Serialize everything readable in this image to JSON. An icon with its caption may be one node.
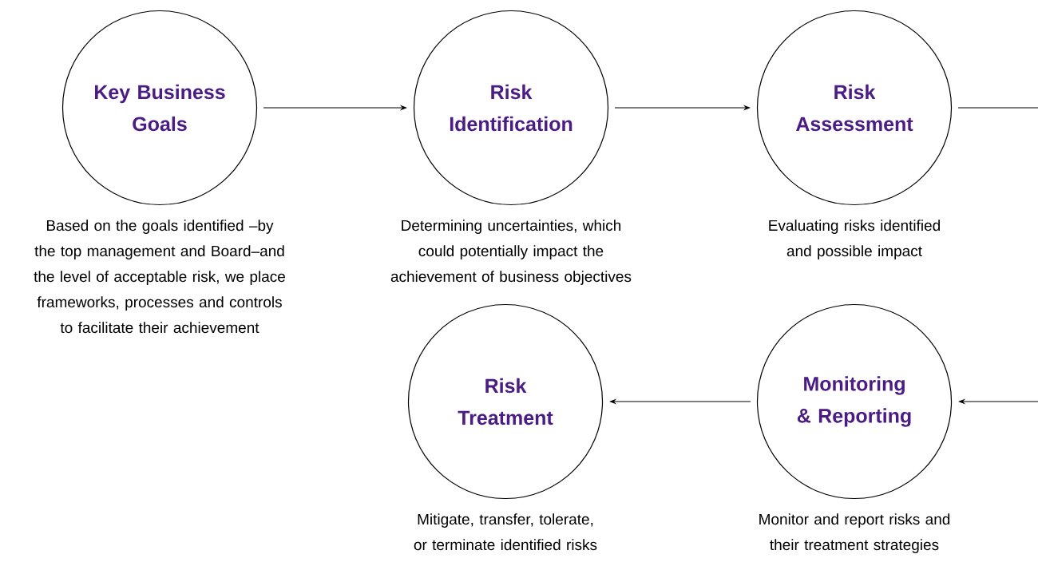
{
  "diagram": {
    "nodes": [
      {
        "text": [
          "Key Business Goals"
        ],
        "beside": [
          "Based on the goals identified –by the top management and Board–and the level of acceptable risk, we place frameworks, processes and controls to facilitate their achievement"
        ]
      },
      {
        "text": [
          "Risk Identification"
        ],
        "beside": [
          "Determining uncertainties, which could potentially impact the achievement of business objectives"
        ]
      },
      {
        "text": [
          "Risk Assessment"
        ],
        "beside": [
          "Evaluating risks identified and possible impact"
        ]
      },
      {
        "text": [
          "Risk Treatment"
        ],
        "beside": [
          "Mitigate, transfer, tolerate, or terminate identified risks"
        ]
      },
      {
        "text": [
          "Monitoring & Reporting"
        ],
        "beside": [
          "Monitor and report risks and their treatment strategies"
        ]
      }
    ],
    "edges": [
      {
        "from": 0,
        "to": 1,
        "arrow": "to"
      },
      {
        "from": 1,
        "to": 2,
        "arrow": "to"
      },
      {
        "from": 2,
        "to": null,
        "arrow": "none"
      },
      {
        "from": null,
        "to": 4,
        "arrow": "to"
      },
      {
        "from": 4,
        "to": 3,
        "arrow": "to"
      }
    ]
  }
}
